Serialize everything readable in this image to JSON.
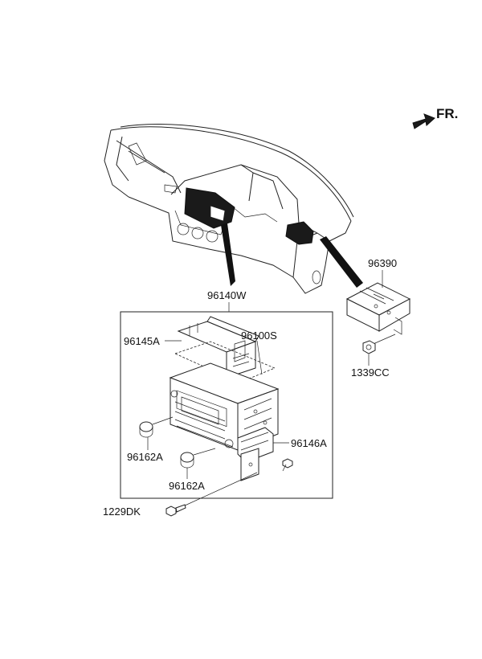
{
  "direction": {
    "label": "FR."
  },
  "parts": {
    "p96390": "96390",
    "p1339CC": "1339CC",
    "p96140W": "96140W",
    "p96145A": "96145A",
    "p96100S": "96100S",
    "p96146A": "96146A",
    "p96162A_left": "96162A",
    "p96162A_bottom": "96162A",
    "p1229DK": "1229DK"
  }
}
